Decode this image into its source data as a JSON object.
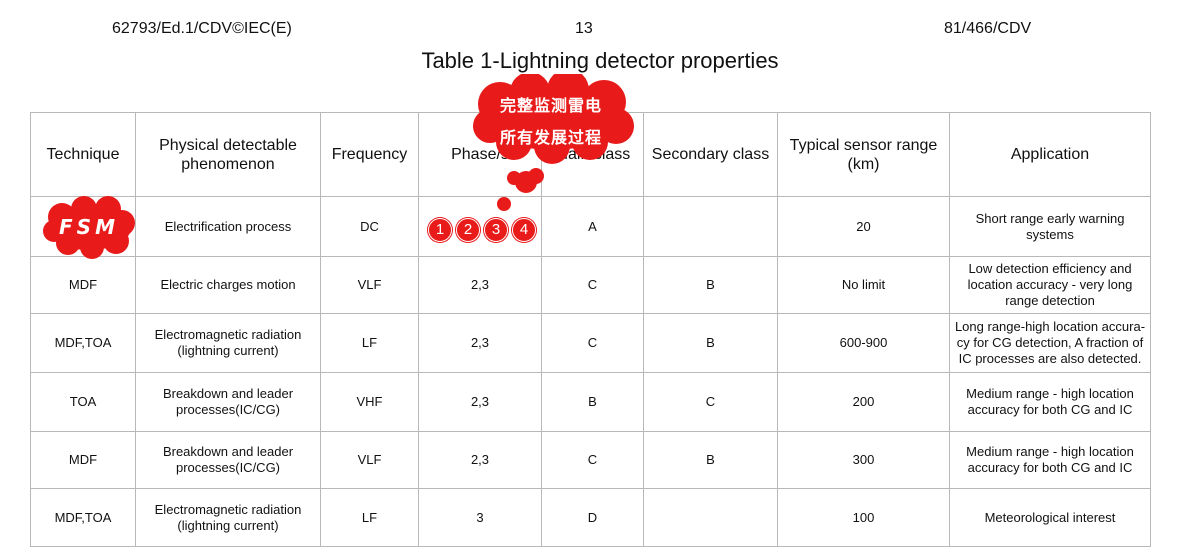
{
  "header": {
    "left": "62793/Ed.1/CDV©IEC(E)",
    "center": "13",
    "right": "81/466/CDV"
  },
  "title": "Table 1-Lightning detector properties",
  "table": {
    "columns": [
      "Technique",
      "Physical detectable phenomenon",
      "Frequency",
      "Phase/s",
      "Main class",
      "Secondary class",
      "Typical sensor range (km)",
      "Application"
    ],
    "rows": [
      [
        "",
        "Electrification process",
        "DC",
        "",
        "A",
        "",
        "20",
        "Short range early warning systems"
      ],
      [
        "MDF",
        "Electric charges motion",
        "VLF",
        "2,3",
        "C",
        "B",
        "No limit",
        "Low detection efficiency and location accuracy - very long range detection"
      ],
      [
        "MDF,TOA",
        "Electromagnetic radiation (lightning current)",
        "LF",
        "2,3",
        "C",
        "B",
        "600-900",
        "Long range-high location accura-cy for CG detection, A fraction of IC processes are also detected."
      ],
      [
        "TOA",
        "Breakdown and leader processes(IC/CG)",
        "VHF",
        "2,3",
        "B",
        "C",
        "200",
        "Medium range - high location accuracy for both CG and IC"
      ],
      [
        "MDF",
        "Breakdown and leader processes(IC/CG)",
        "VLF",
        "2,3",
        "C",
        "B",
        "300",
        "Medium range - high location accuracy for both CG and IC"
      ],
      [
        "MDF,TOA",
        "Electromagnetic radiation (lightning current)",
        "LF",
        "3",
        "D",
        "",
        "100",
        "Meteorological interest"
      ]
    ]
  },
  "annotations": {
    "cloud_line1": "完整监测雷电",
    "cloud_line2": "所有发展过程",
    "fsm_label": "FSM",
    "phase_badges": [
      "1",
      "2",
      "3",
      "4"
    ],
    "accent_color": "#e81a1a"
  }
}
